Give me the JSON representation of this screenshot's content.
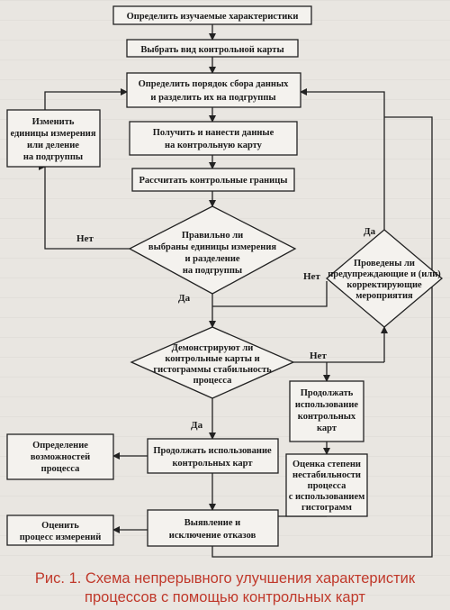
{
  "boxes": {
    "b1": [
      "Определить изучаемые характеристики"
    ],
    "b2": [
      "Выбрать вид контрольной карты"
    ],
    "b3": [
      "Определить порядок сбора данных",
      "и разделить их на подгруппы"
    ],
    "b4": [
      "Получить и нанести данные",
      "на контрольную карту"
    ],
    "b5": [
      "Рассчитать контрольные границы"
    ],
    "change": [
      "Изменить",
      "единицы измерения",
      "или  деление",
      "на подгруппы"
    ],
    "continue_main": [
      "Продолжать использование",
      "контрольных карт"
    ],
    "capability": [
      "Определение",
      "возможностей",
      "процесса"
    ],
    "evaluate": [
      "Оценить",
      "процесс измерений"
    ],
    "detect": [
      "Выявление и",
      "исключение отказов"
    ],
    "continue_right": [
      "Продолжать",
      "использование",
      "контрольных",
      "карт"
    ],
    "assess": [
      "Оценка степени",
      "нестабильности",
      "процесса",
      "с использованием",
      "гистограмм"
    ]
  },
  "decisions": {
    "d1": [
      "Правильно ли",
      "выбраны единицы измерения",
      "и   разделение",
      "на подгруппы"
    ],
    "d2": [
      "Демонстрируют ли",
      "контрольные карты и",
      "гистограммы стабильность",
      "процесса"
    ],
    "d3": [
      "Проведены ли",
      "предупреждающие и (или)",
      "корректирующие",
      "мероприятия"
    ]
  },
  "labels": {
    "d1_no": "Нет",
    "d1_yes": "Да",
    "d2_no": "Нет",
    "d2_yes": "Да",
    "d3_no": "Нет",
    "d3_yes": "Да"
  },
  "caption": {
    "line1": "Рис. 1. Схема непрерывного улучшения характеристик",
    "line2": "процессов с помощью контрольных карт"
  },
  "colors": {
    "line": "#222222",
    "box_fill": "#f4f2ee",
    "caption": "#c0392b"
  }
}
